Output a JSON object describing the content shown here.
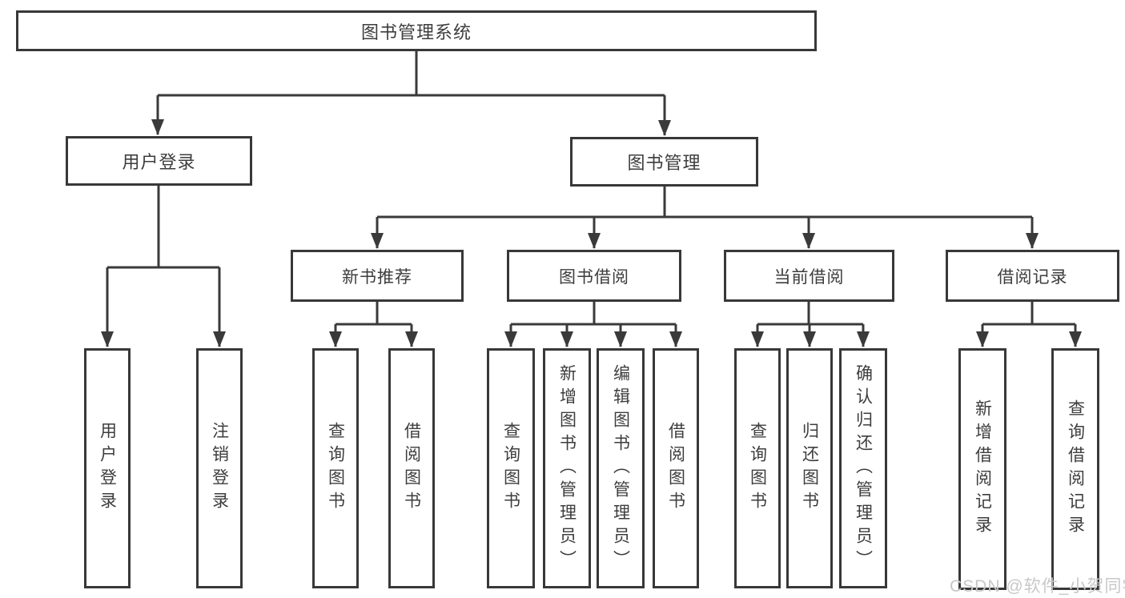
{
  "diagram": {
    "type": "hierarchy-chart",
    "root": "图书管理系统",
    "level2": [
      "用户登录",
      "图书管理"
    ],
    "level3": [
      "新书推荐",
      "图书借阅",
      "当前借阅",
      "借阅记录"
    ],
    "leaves": [
      "用户登录",
      "注销登录",
      "查询图书",
      "借阅图书",
      "查询图书",
      "新增图书（管理员）",
      "编辑图书（管理员）",
      "借阅图书",
      "查询图书",
      "归还图书",
      "确认归还（管理员）",
      "新增借阅记录",
      "查询借阅记录"
    ],
    "hierarchy": {
      "图书管理系统": [
        "用户登录",
        "图书管理"
      ],
      "用户登录": [
        "用户登录",
        "注销登录"
      ],
      "图书管理": [
        "新书推荐",
        "图书借阅",
        "当前借阅",
        "借阅记录"
      ],
      "新书推荐": [
        "查询图书",
        "借阅图书"
      ],
      "图书借阅": [
        "查询图书",
        "新增图书（管理员）",
        "编辑图书（管理员）",
        "借阅图书"
      ],
      "当前借阅": [
        "查询图书",
        "归还图书",
        "确认归还（管理员）"
      ],
      "借阅记录": [
        "新增借阅记录",
        "查询借阅记录"
      ]
    },
    "colors": {
      "box_border": "#383838",
      "line": "#3a3a3a",
      "text": "#3d3d3d",
      "background": "#ffffff"
    }
  },
  "watermark": {
    "text": "CSDN @软件_小贺同学",
    "color": "#c8c8c8"
  }
}
